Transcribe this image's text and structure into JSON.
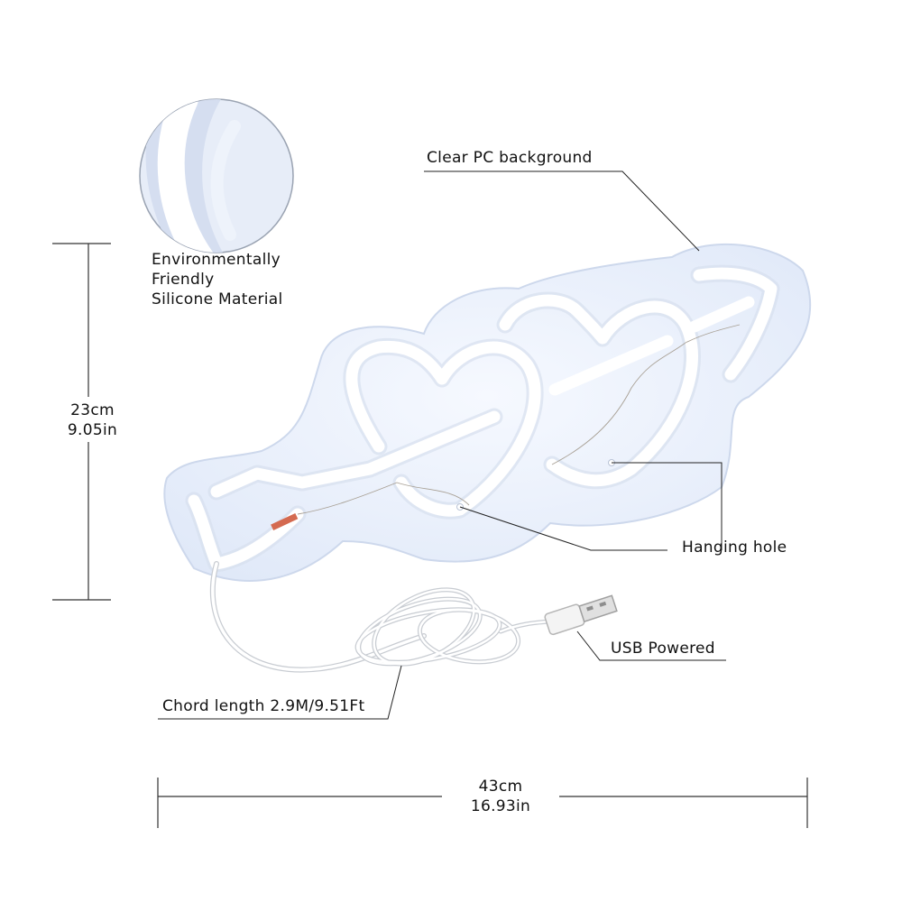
{
  "annotations": {
    "material": [
      "Environmentally",
      "Friendly",
      "Silicone Material"
    ],
    "background": "Clear PC background",
    "hanging_hole": "Hanging hole",
    "usb": "USB Powered",
    "cord": "Chord length 2.9M/9.51Ft"
  },
  "dimensions": {
    "height_cm": "23cm",
    "height_in": "9.05in",
    "width_cm": "43cm",
    "width_in": "16.93in"
  },
  "icons": [
    "neon-heart-arrow-sign",
    "silicone-closeup",
    "usb-plug",
    "coiled-cable"
  ],
  "colors": {
    "backplate": "#e9f0fb",
    "neon_tube": "#ffffff",
    "line": "#222222"
  }
}
